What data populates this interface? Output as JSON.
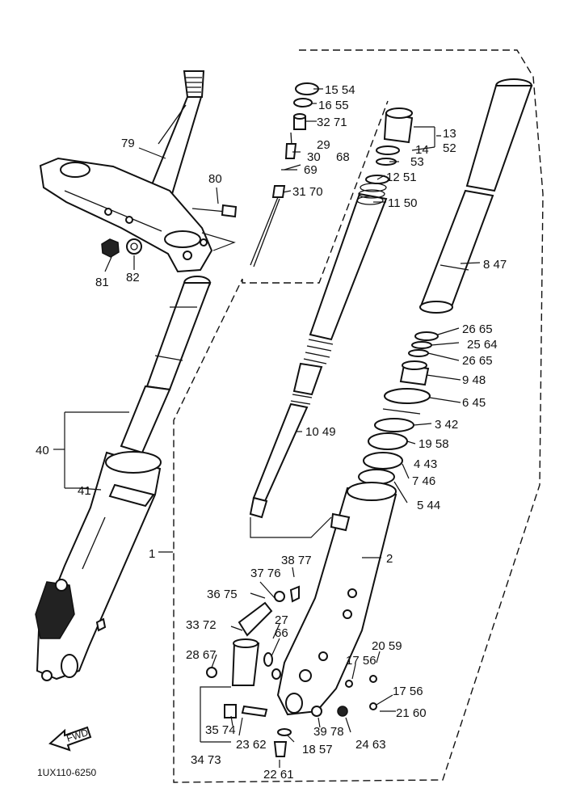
{
  "diagram_code": "1UX110-6250",
  "front_marker": "FWD",
  "callouts": [
    {
      "id": "c79",
      "text": "79"
    },
    {
      "id": "c80",
      "text": "80"
    },
    {
      "id": "c81",
      "text": "81"
    },
    {
      "id": "c82",
      "text": "82"
    },
    {
      "id": "c40",
      "text": "40"
    },
    {
      "id": "c41",
      "text": "41"
    },
    {
      "id": "c1",
      "text": "1"
    },
    {
      "id": "c2",
      "text": "2"
    },
    {
      "id": "c15",
      "text": "15 54"
    },
    {
      "id": "c16",
      "text": "16 55"
    },
    {
      "id": "c32",
      "text": "32 71"
    },
    {
      "id": "c29",
      "text": "29"
    },
    {
      "id": "c30",
      "text": "30"
    },
    {
      "id": "c68",
      "text": "68"
    },
    {
      "id": "c69",
      "text": "69"
    },
    {
      "id": "c31",
      "text": "31 70"
    },
    {
      "id": "c13",
      "text": "13"
    },
    {
      "id": "c14",
      "text": "14"
    },
    {
      "id": "c52",
      "text": "52"
    },
    {
      "id": "c53",
      "text": "53"
    },
    {
      "id": "c12",
      "text": "12 51"
    },
    {
      "id": "c11",
      "text": "11 50"
    },
    {
      "id": "c8",
      "text": "8 47"
    },
    {
      "id": "c26a",
      "text": "26 65"
    },
    {
      "id": "c25",
      "text": "25 64"
    },
    {
      "id": "c26b",
      "text": "26 65"
    },
    {
      "id": "c9",
      "text": "9 48"
    },
    {
      "id": "c6",
      "text": "6 45"
    },
    {
      "id": "c3",
      "text": "3 42"
    },
    {
      "id": "c19",
      "text": "19 58"
    },
    {
      "id": "c4",
      "text": "4 43"
    },
    {
      "id": "c7",
      "text": "7 46"
    },
    {
      "id": "c5",
      "text": "5 44"
    },
    {
      "id": "c10",
      "text": "10 49"
    },
    {
      "id": "c38",
      "text": "38 77"
    },
    {
      "id": "c37",
      "text": "37 76"
    },
    {
      "id": "c36",
      "text": "36 75"
    },
    {
      "id": "c27",
      "text": "27"
    },
    {
      "id": "c66",
      "text": "66"
    },
    {
      "id": "c33",
      "text": "33 72"
    },
    {
      "id": "c28",
      "text": "28 67"
    },
    {
      "id": "c20",
      "text": "20 59"
    },
    {
      "id": "c17a",
      "text": "17 56"
    },
    {
      "id": "c17b",
      "text": "17 56"
    },
    {
      "id": "c21",
      "text": "21 60"
    },
    {
      "id": "c35",
      "text": "35 74"
    },
    {
      "id": "c23",
      "text": "23 62"
    },
    {
      "id": "c18",
      "text": "18 57"
    },
    {
      "id": "c39",
      "text": "39 78"
    },
    {
      "id": "c24",
      "text": "24 63"
    },
    {
      "id": "c34",
      "text": "34 73"
    },
    {
      "id": "c22",
      "text": "22 61"
    }
  ]
}
